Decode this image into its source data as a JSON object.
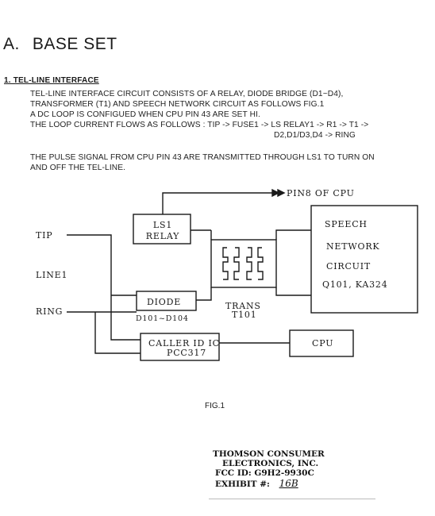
{
  "section": {
    "letter": "A.",
    "title": "BASE SET"
  },
  "subsection": "1. TEL-LINE INTERFACE",
  "paragraph1": [
    "TEL-LINE  INTERFACE  CIRCUIT  CONSISTS  OF  A  RELAY,  DIODE  BRIDGE  (D1~D4),",
    "TRANSFORMER (T1) AND SPEECH NETWORK CIRCUIT AS FOLLOWS FIG.1",
    "A DC LOOP IS CONFIGUED WHEN CPU PIN 43 ARE SET HI.",
    "THE LOOP CURRENT FLOWS AS FOLLOWS : TIP -> FUSE1 -> LS RELAY1 -> R1 -> T1 ->",
    "D2,D1/D3,D4 -> RING"
  ],
  "paragraph2": [
    "THE PULSE SIGNAL FROM CPU PIN 43 ARE TRANSMITTED THROUGH LS1 TO TURN ON",
    "AND OFF THE TEL-LINE."
  ],
  "diagram": {
    "pin8_label": "PIN8 OF CPU",
    "tip_label": "TIP",
    "line1_label": "LINE1",
    "ring_label": "RING",
    "ls1_relay": [
      "LS1",
      "RELAY"
    ],
    "speech_network": [
      "SPEECH",
      "NETWORK",
      "CIRCUIT",
      "Q101, KA324"
    ],
    "diode_label": "DIODE",
    "diode_parts": "D101~D104",
    "trans_label": [
      "TRANS",
      "T101"
    ],
    "caller_id": [
      "CALLER ID IC",
      "PCC317"
    ],
    "cpu_label": "CPU"
  },
  "figure_caption": "FIG.1",
  "stamp": {
    "company": "THOMSON CONSUMER",
    "company2": "ELECTRONICS, INC.",
    "fcc_id": "FCC ID: G9H2-9930C",
    "exhibit_label": "EXHIBIT #:",
    "exhibit_value": "16B"
  }
}
